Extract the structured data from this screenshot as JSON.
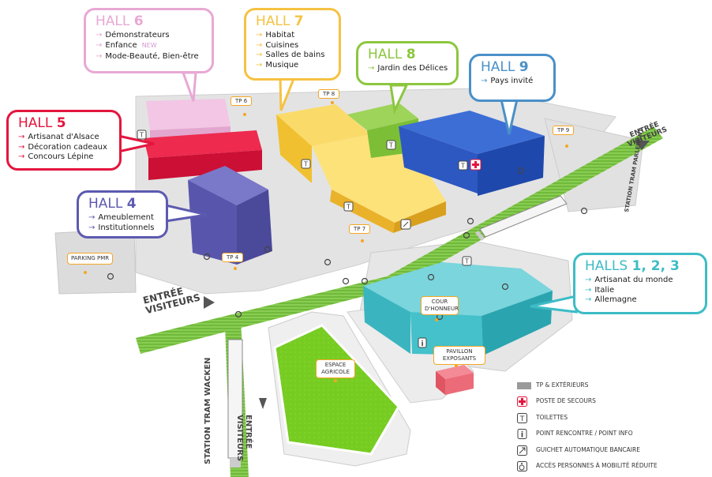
{
  "colors": {
    "hall6": "#e8a8d4",
    "hall7": "#f5c242",
    "hall8": "#8cc63f",
    "hall9": "#4a90c8",
    "hall5": "#e3163e",
    "hall4": "#5c5ab0",
    "halls123": "#3dbcc6",
    "tram": "#7ac143",
    "tp_tag": "#f5a623",
    "grass": "#7ed321"
  },
  "halls": {
    "h6": {
      "prefix": "HALL",
      "num": "6",
      "items": [
        "Démonstrateurs",
        "Enfance",
        "Mode-Beauté, Bien-être"
      ],
      "new_badge": "NEW"
    },
    "h7": {
      "prefix": "HALL",
      "num": "7",
      "items": [
        "Habitat",
        "Cuisines",
        "Salles de bains",
        "Musique"
      ]
    },
    "h8": {
      "prefix": "HALL",
      "num": "8",
      "items": [
        "Jardin des Délices"
      ]
    },
    "h9": {
      "prefix": "HALL",
      "num": "9",
      "items": [
        "Pays invité"
      ]
    },
    "h5": {
      "prefix": "HALL",
      "num": "5",
      "items": [
        "Artisanat d'Alsace",
        "Décoration cadeaux",
        "Concours Lépine"
      ]
    },
    "h4": {
      "prefix": "HALL",
      "num": "4",
      "items": [
        "Ameublement",
        "Institutionnels"
      ]
    },
    "h123": {
      "prefix": "HALLS",
      "num": "1, 2, 3",
      "items": [
        "Artisanat du monde",
        "Italie",
        "Allemagne"
      ]
    }
  },
  "arrow": "→",
  "tp": [
    "TP 6",
    "TP 8",
    "TP 9",
    "TP 7",
    "TP 4"
  ],
  "places": {
    "parking": "PARKING PMR",
    "cour": "COUR D'HONNEUR",
    "pavillon": "PAVILLON EXPOSANTS",
    "espace": "ESPACE AGRICOLE"
  },
  "entrances": {
    "west_1": "ENTRÉE",
    "west_2": "VISITEURS",
    "east_1": "ENTRÉE",
    "east_2": "VISITEURS",
    "south_1": "ENTRÉE",
    "south_2": "VISITEURS"
  },
  "stations": {
    "parlement": "STATION TRAM PARLEMENT",
    "wacken": "STATION TRAM WACKEN"
  },
  "legend": [
    {
      "icon": "gray-swatch-icon",
      "label": "TP & EXTÉRIEURS"
    },
    {
      "icon": "first-aid-icon",
      "label": "POSTE DE SECOURS"
    },
    {
      "icon": "toilets-icon",
      "label": "TOILETTES"
    },
    {
      "icon": "info-icon",
      "label": "POINT RENCONTRE / POINT INFO"
    },
    {
      "icon": "atm-icon",
      "label": "GUICHET AUTOMATIQUE BANCAIRE"
    },
    {
      "icon": "wheelchair-icon",
      "label": "ACCÈS PERSONNES À MOBILITÉ RÉDUITE"
    }
  ]
}
